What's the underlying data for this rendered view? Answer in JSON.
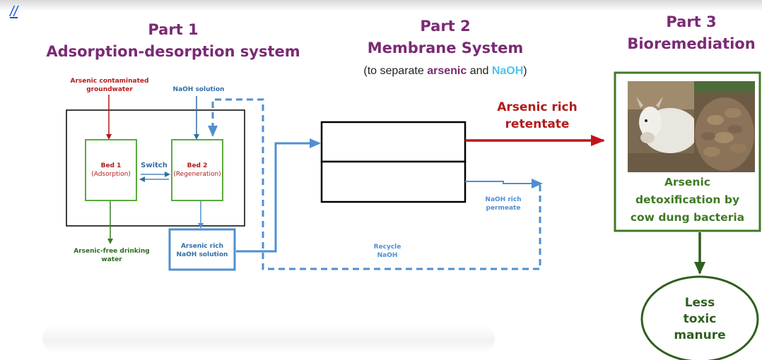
{
  "top_link": "//",
  "part1": {
    "title_line1": "Part 1",
    "title_line2": "Adsorption-desorption system",
    "input_groundwater": "Arsenic contaminated groundwater",
    "input_naoh": "NaOH solution",
    "bed1_name": "Bed 1",
    "bed1_role": "(Adsorption)",
    "bed2_name": "Bed 2",
    "bed2_role": "(Regeneration)",
    "switch_label": "Switch",
    "output_drinking": "Arsenic-free drinking water",
    "output_naoh_box": "Arsenic rich NaOH solution"
  },
  "part2": {
    "title_line1": "Part 2",
    "title_line2": "Membrane System",
    "subtitle_prefix": "(to separate ",
    "subtitle_arsenic": "arsenic",
    "subtitle_and": " and ",
    "subtitle_naoh": "NaOH",
    "subtitle_suffix": ")",
    "retentate_line1": "Arsenic rich",
    "retentate_line2": "retentate",
    "permeate_line1": "NaOH rich",
    "permeate_line2": "permeate",
    "recycle_line1": "Recycle",
    "recycle_line2": "NaOH"
  },
  "part3": {
    "title_line1": "Part 3",
    "title_line2": "Bioremediation",
    "caption_line1": "Arsenic",
    "caption_line2": "detoxification by",
    "caption_line3": "cow dung bacteria",
    "outcome_line1": "Less",
    "outcome_line2": "toxic",
    "outcome_line3": "manure"
  },
  "colors": {
    "title_purple": "#7b2a74",
    "arsenic_red": "#b31b1b",
    "naoh_blue": "#4f8fd0",
    "bed_green": "#5aab3c",
    "dark_green": "#2f5f1e"
  }
}
